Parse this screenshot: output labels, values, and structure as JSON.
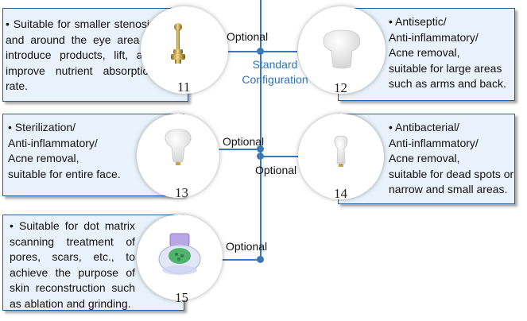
{
  "items": [
    {
      "number": "11",
      "lines": [
        "• Suitable for smaller stenosis",
        "and around the eye area to",
        "introduce products, lift, and",
        "improve nutrient absorption",
        "rate."
      ],
      "tag": "Optional",
      "icon": "gold-pin-probe-icon"
    },
    {
      "number": "12",
      "lines": [
        "• Antiseptic/",
        "Anti-inflammatory/",
        "Acne removal,",
        "suitable for large areas",
        "such as arms and back."
      ],
      "tag": "Standard Configuration",
      "tag_lines": [
        "Standard",
        "Configuration"
      ],
      "icon": "large-mushroom-head-icon"
    },
    {
      "number": "13",
      "lines": [
        "• Sterilization/",
        "Anti-inflammatory/",
        "Acne removal,",
        "suitable for entire face."
      ],
      "tag": "Optional",
      "icon": "medium-mushroom-head-icon"
    },
    {
      "number": "14",
      "lines": [
        "• Antibacterial/",
        "Anti-inflammatory/",
        "Acne removal,",
        "suitable for dead spots or",
        "narrow and small areas."
      ],
      "tag": "Optional",
      "icon": "small-nozzle-head-icon"
    },
    {
      "number": "15",
      "lines": [
        "• Suitable for dot matrix",
        "scanning treatment of",
        "pores, scars, etc., to",
        "achieve the purpose of",
        "skin reconstruction such",
        "as ablation and grinding."
      ],
      "tag": "Optional",
      "icon": "dot-matrix-cartridge-icon"
    }
  ],
  "colors": {
    "connector": "#3a78b6",
    "box_fill": "#e9f1fa",
    "box_border": "#2f5d8f",
    "standard_text": "#2a73b8"
  }
}
